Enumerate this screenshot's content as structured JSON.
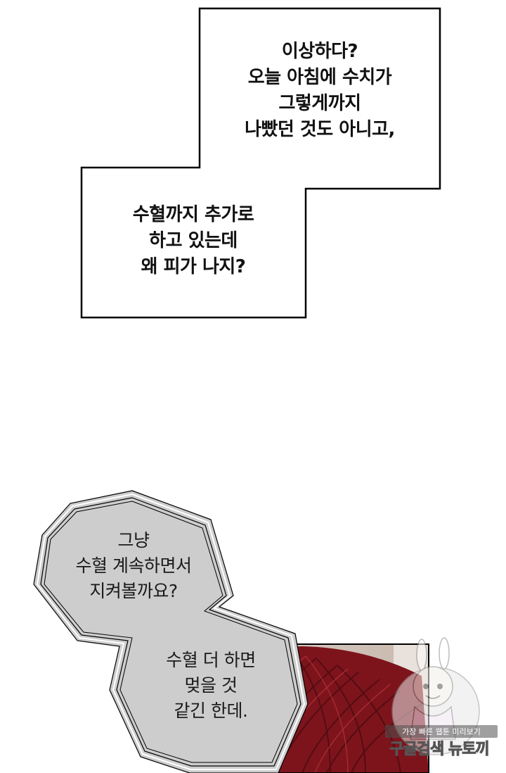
{
  "speech_box_1": {
    "lines": [
      "이상하다?",
      "오늘 아침에 수치가",
      "그렇게까지",
      "나빴던 것도 아니고,"
    ]
  },
  "speech_box_2": {
    "lines": [
      "수혈까지 추가로",
      "하고 있는데",
      "왜 피가 나지?"
    ]
  },
  "thought_bubble_1": {
    "lines": [
      "그냥",
      "수혈 계속하면서",
      "지켜볼까요?"
    ]
  },
  "thought_bubble_2": {
    "lines": [
      "수혈 더 하면",
      "멎을 것",
      "같긴 한데."
    ]
  },
  "watermark": {
    "tagline": "가장 빠른 웹툰 미리보기",
    "brand": "구글검색 뉴토끼"
  },
  "colors": {
    "box_border": "#000000",
    "bubble_fill": "#cfcfcf",
    "hair": "#8a1a22"
  }
}
